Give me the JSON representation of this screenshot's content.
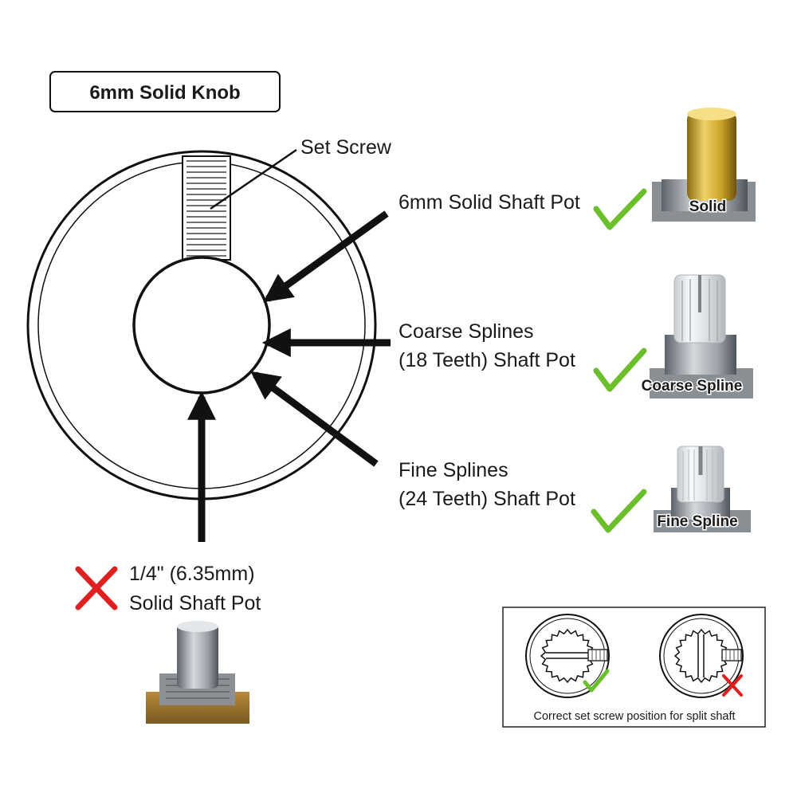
{
  "title": "6mm Solid Knob",
  "labels": {
    "set_screw": "Set Screw",
    "solid_shaft": "6mm Solid Shaft Pot",
    "coarse_line1": "Coarse Splines",
    "coarse_line2": "(18 Teeth) Shaft Pot",
    "fine_line1": "Fine Splines",
    "fine_line2": "(24 Teeth) Shaft Pot",
    "quarter_line1": "1/4\" (6.35mm)",
    "quarter_line2": "Solid Shaft Pot"
  },
  "photos": {
    "solid": "Solid",
    "coarse": "Coarse Spline",
    "fine": "Fine Spline"
  },
  "inset": {
    "caption": "Correct set screw position for split shaft"
  },
  "colors": {
    "check": "#6abf2a",
    "cross": "#e02020",
    "ink": "#111111",
    "brass": "#c9a227",
    "steel": "#9aa0a6"
  },
  "icons": {
    "correct": "check-icon",
    "incorrect": "cross-icon"
  }
}
